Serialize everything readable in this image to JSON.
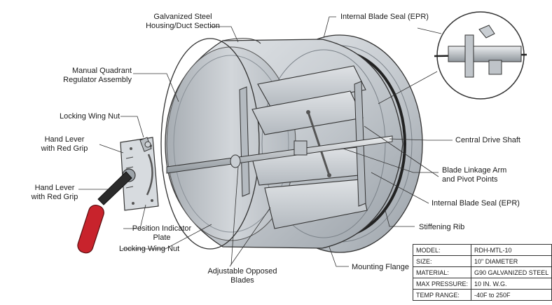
{
  "labels": {
    "housing": [
      "Galvanized Steel",
      "Housing/Duct Section"
    ],
    "quadrant": [
      "Manual Quadrant",
      "Regulator Assembly"
    ],
    "wing_nut_top": "Locking Wing Nut",
    "lever_top": [
      "Hand Lever",
      "with Red Grip"
    ],
    "lever_bottom": [
      "Hand Lever",
      "with Red Grip"
    ],
    "indicator_plate": [
      "Position Indicator",
      "Plate"
    ],
    "wing_nut_bottom": "Locking Wing Nut",
    "blades": [
      "Adjustable Opposed",
      "Blades"
    ],
    "seal_top": "Internal Blade Seal (EPR)",
    "drive_shaft": "Central Drive Shaft",
    "linkage": [
      "Blade Linkage Arm",
      "and Pivot Points"
    ],
    "seal_side": "Internal Blade Seal (EPR)",
    "rib": "Stiffening Rib",
    "flange": "Mounting Flange"
  },
  "spec_table": [
    {
      "key": "MODEL:",
      "value": "RDH-MTL-10"
    },
    {
      "key": "SIZE:",
      "value": "10\" DIAMETER"
    },
    {
      "key": "MATERIAL:",
      "value": "G90 GALVANIZED STEEL"
    },
    {
      "key": "MAX PRESSURE:",
      "value": "10 IN. W.G."
    },
    {
      "key": "TEMP RANGE:",
      "value": "-40F to 250F"
    }
  ],
  "colors": {
    "steel": "#c9ced3",
    "steel_dark": "#8d949b",
    "grip": "#c8232c",
    "seal": "#222222",
    "outline": "#333333"
  }
}
